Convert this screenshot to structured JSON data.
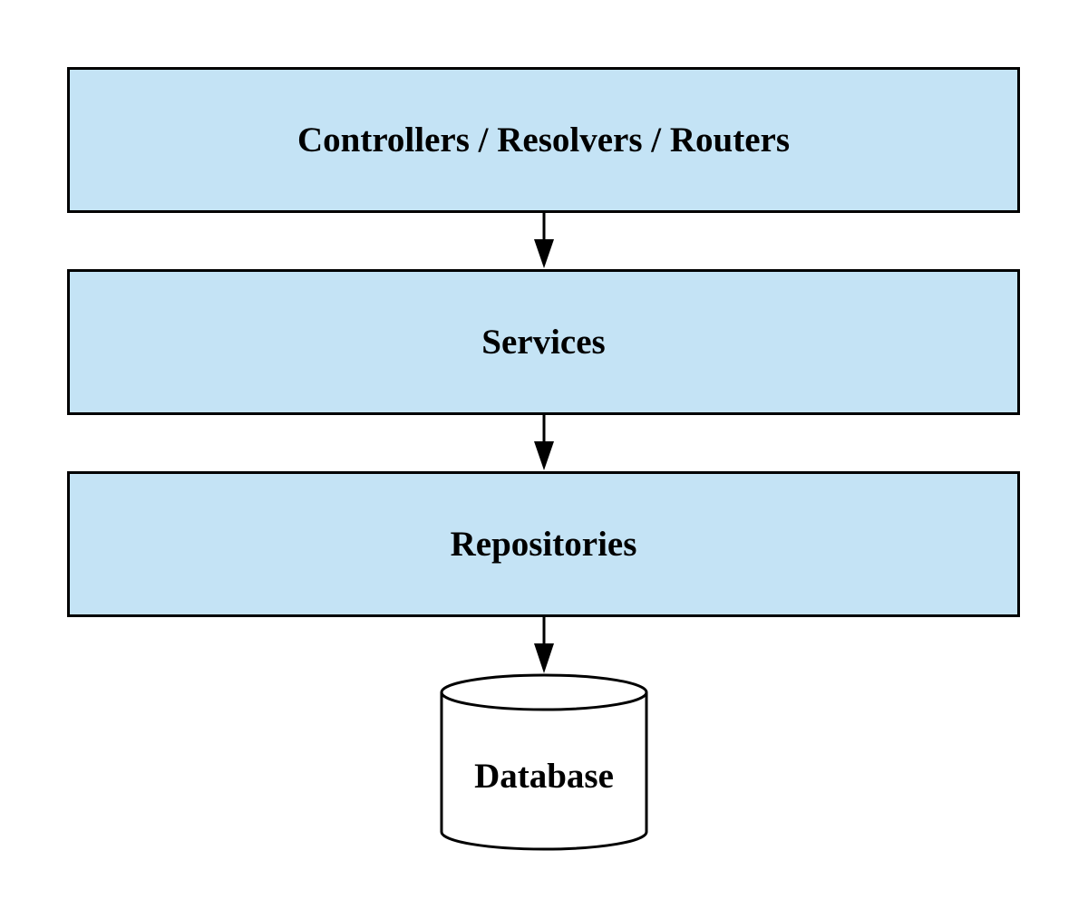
{
  "diagram": {
    "layers": [
      {
        "label": "Controllers / Resolvers / Routers"
      },
      {
        "label": "Services"
      },
      {
        "label": "Repositories"
      }
    ],
    "database": {
      "label": "Database"
    },
    "colors": {
      "layer_fill": "#c4e3f5",
      "stroke": "#000000",
      "database_fill": "#ffffff"
    }
  }
}
